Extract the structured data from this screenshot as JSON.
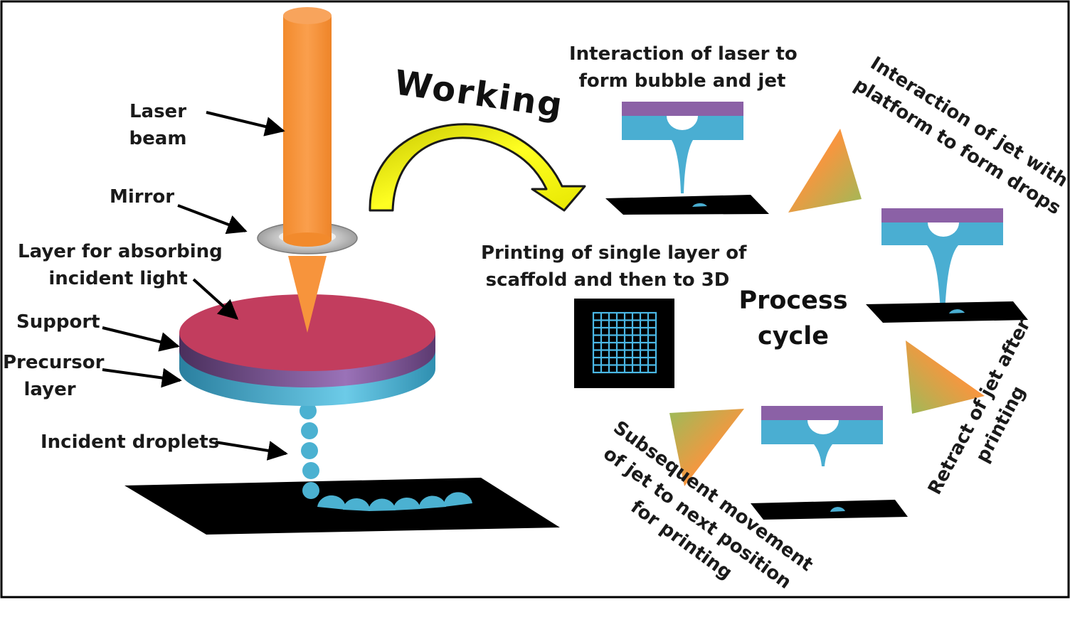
{
  "labels": {
    "laser_beam": [
      "Laser",
      "beam"
    ],
    "mirror": "Mirror",
    "absorbing_layer": [
      "Layer for absorbing",
      "incident light"
    ],
    "support": "Support",
    "precursor_layer": [
      "Precursor",
      "layer"
    ],
    "incident_droplets": "Incident droplets"
  },
  "working": "Working",
  "process_cycle": [
    "Process",
    "cycle"
  ],
  "steps": {
    "bubble_jet": [
      "Interaction of laser to",
      "form bubble and jet"
    ],
    "jet_platform": [
      "Interaction of jet with",
      "platform to form drops"
    ],
    "retract": [
      "Retract of jet after",
      "printing"
    ],
    "movement": [
      "Subsequent movement",
      "of jet to next position",
      "for printing"
    ],
    "single_layer": [
      "Printing of single layer of",
      "scaffold and then to 3D"
    ]
  },
  "colors": {
    "laser": "#f7943c",
    "disc_top": "#c23d5e",
    "absorb_band": "#8c5a9a",
    "precursor_band": "#4aaed2",
    "droplet": "#4bb1d1",
    "platform": "#000000",
    "mirror": "#9a9a9a",
    "working_arrow": "#ffff00",
    "film_purple": "#8b61a6",
    "film_blue": "#4aaed2",
    "cycle_arrow_orange": "#f79646",
    "cycle_arrow_green": "#9bbb59",
    "scaffold_grid": "#4ab8e6"
  }
}
